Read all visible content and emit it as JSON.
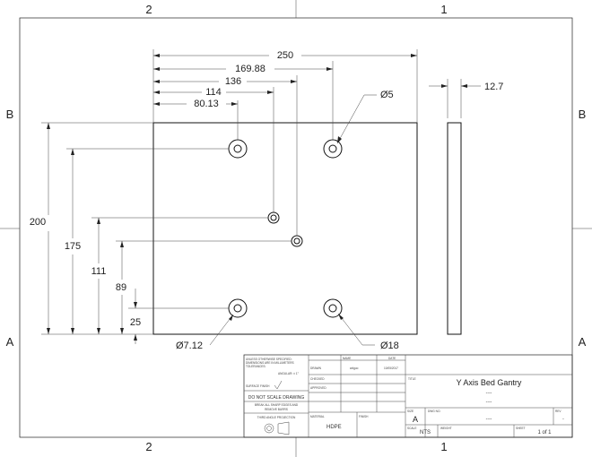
{
  "zones": {
    "top_left": "2",
    "top_right": "1",
    "bottom_left": "2",
    "bottom_right": "1",
    "left_upper": "B",
    "left_lower": "A",
    "right_upper": "B",
    "right_lower": "A"
  },
  "dimensions": {
    "width_250": "250",
    "h_169_88": "169.88",
    "h_136": "136",
    "h_114": "114",
    "h_80_13": "80.13",
    "thickness": "12.7",
    "height_200": "200",
    "v_175": "175",
    "v_111": "111",
    "v_89": "89",
    "v_25": "25",
    "hole_small": "Ø5",
    "hole_large": "Ø18",
    "hole_counterbore": "Ø7.12"
  },
  "title_block": {
    "notes_line1": "UNLESS OTHERWISE SPECIFIED:",
    "notes_line2": "DIMENSIONS ARE IN MILLIMETERS",
    "notes_line3": "TOLERANCES:",
    "notes_line4": "ANGULAR: ± 1°",
    "surface_finish": "SURFACE FINISH",
    "do_not_scale": "DO NOT SCALE DRAWING",
    "break_edges1": "BREAK ALL SHARP EDGES AND",
    "break_edges2": "REMOVE BURRS",
    "projection": "THIRD ANGLE PROJECTION",
    "col_name": "NAME",
    "col_date": "DATE",
    "row_drawn": "DRAWN",
    "row_checked": "CHECKED",
    "row_approved": "APPROVED",
    "drawn_name": "wdguo",
    "drawn_date": "10/05/2017",
    "material_label": "MATERIAL",
    "material": "HDPE",
    "finish_label": "FINISH",
    "title_label": "TITLE",
    "title": "Y Axis Bed Gantry",
    "title_sub1": "----",
    "title_sub2": "----",
    "size_label": "SIZE",
    "size": "A",
    "dwg_label": "DWG NO.",
    "dwg_no": "----",
    "rev_label": "REV",
    "rev": "-",
    "scale_label": "SCALE",
    "scale": "NTS",
    "weight_label": "WEIGHT",
    "sheet_label": "SHEET",
    "sheet": "1 of 1"
  }
}
